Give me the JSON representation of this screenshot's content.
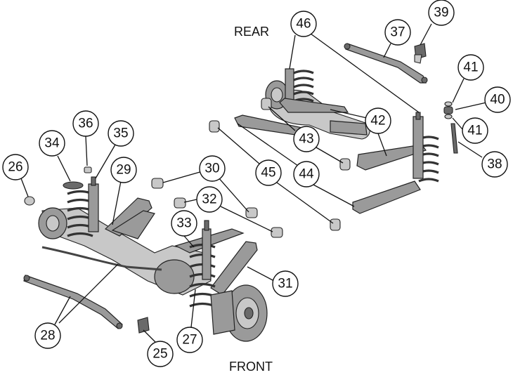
{
  "labels": {
    "rear": "REAR",
    "front": "FRONT"
  },
  "callouts": [
    "25",
    "26",
    "27",
    "28",
    "29",
    "30",
    "31",
    "32",
    "33",
    "34",
    "35",
    "36",
    "37",
    "38",
    "39",
    "40",
    "41",
    "41",
    "42",
    "43",
    "44",
    "45",
    "46"
  ],
  "colors": {
    "part": "#9a9a9a",
    "outline": "#222222",
    "text": "#111111"
  }
}
